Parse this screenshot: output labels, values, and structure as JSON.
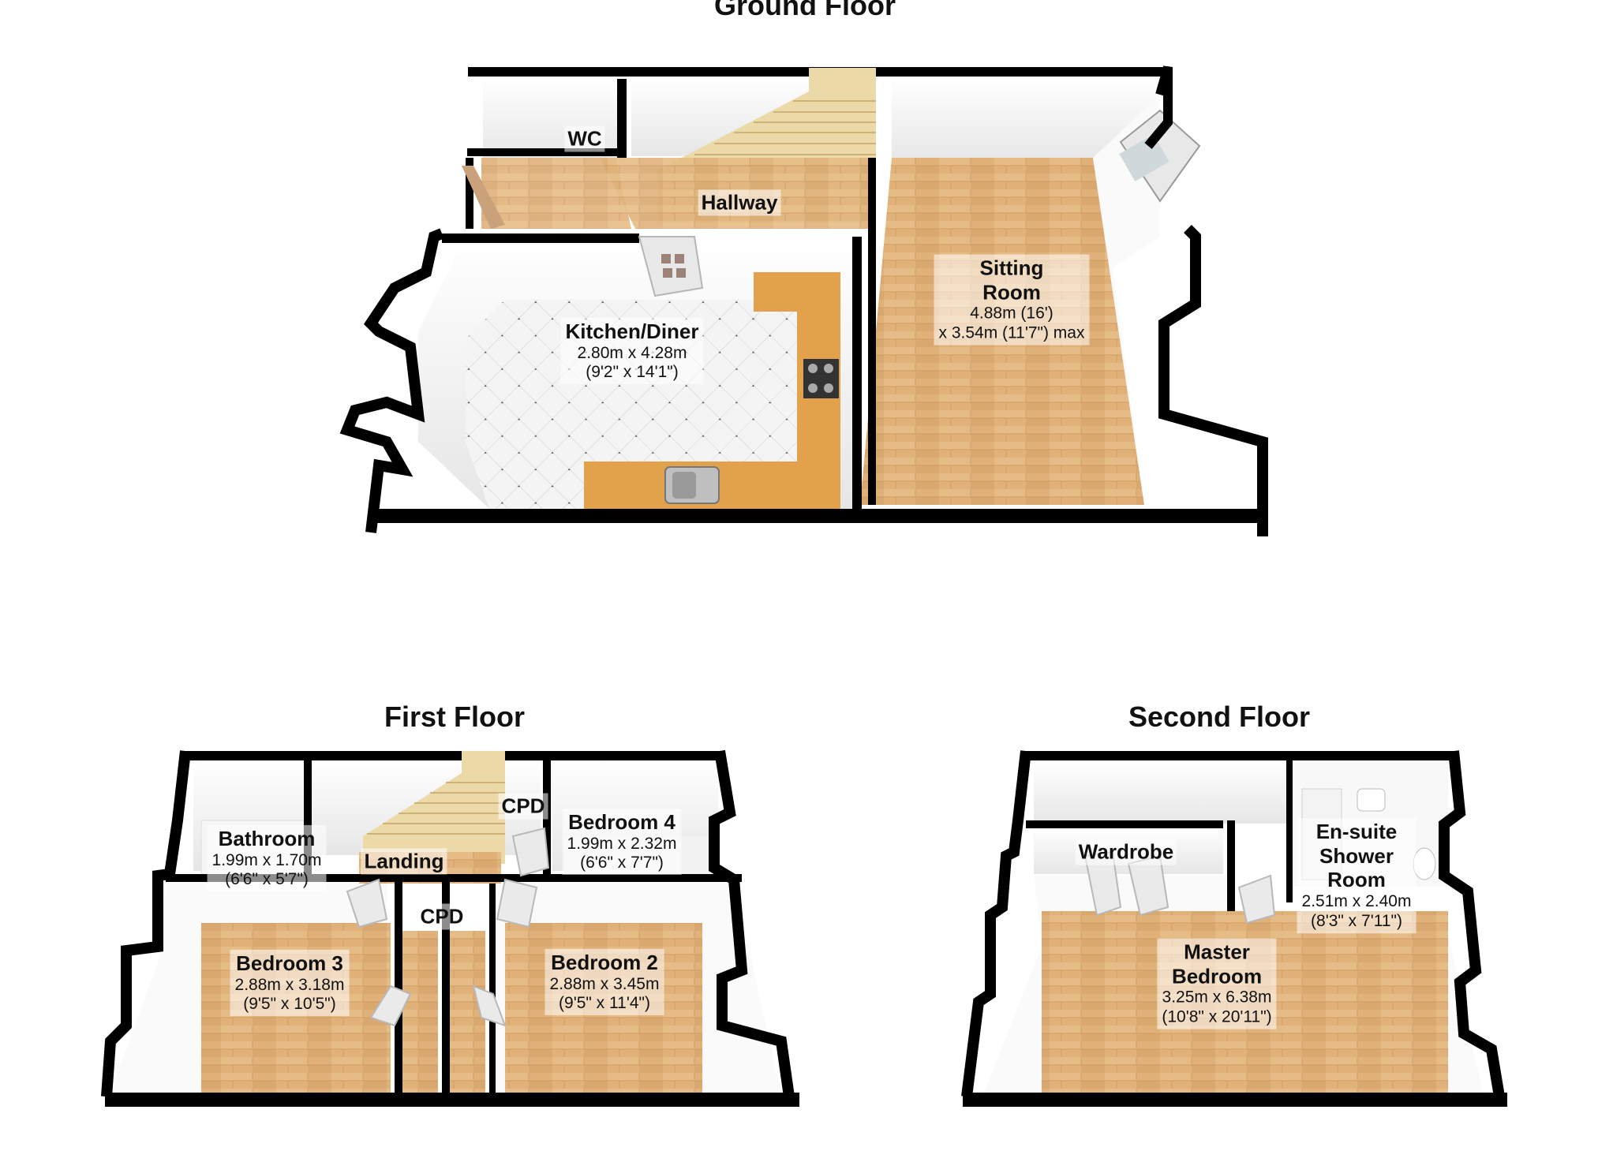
{
  "floors": {
    "ground": {
      "title": "Ground Floor",
      "rooms": {
        "wc": "WC",
        "hallway": "Hallway",
        "kitchen": {
          "name": "Kitchen/Diner",
          "dim_m": "2.80m x 4.28m",
          "dim_ft": "(9'2\" x 14'1\")"
        },
        "sitting": {
          "name_1": "Sitting",
          "name_2": "Room",
          "dim_m": "4.88m (16')",
          "dim_ft": "x 3.54m (11'7\") max"
        }
      }
    },
    "first": {
      "title": "First Floor",
      "rooms": {
        "bathroom": {
          "name": "Bathroom",
          "dim_m": "1.99m x 1.70m",
          "dim_ft": "(6'6\" x 5'7\")"
        },
        "landing": "Landing",
        "cpd_top": "CPD",
        "cpd_mid": "CPD",
        "bedroom4": {
          "name": "Bedroom 4",
          "dim_m": "1.99m x 2.32m",
          "dim_ft": "(6'6\" x 7'7\")"
        },
        "bedroom3": {
          "name": "Bedroom 3",
          "dim_m": "2.88m x 3.18m",
          "dim_ft": "(9'5\" x 10'5\")"
        },
        "bedroom2": {
          "name": "Bedroom 2",
          "dim_m": "2.88m x 3.45m",
          "dim_ft": "(9'5\" x 11'4\")"
        }
      }
    },
    "second": {
      "title": "Second Floor",
      "rooms": {
        "wardrobe": "Wardrobe",
        "ensuite": {
          "name_1": "En-suite",
          "name_2": "Shower",
          "name_3": "Room",
          "dim_m": "2.51m x 2.40m",
          "dim_ft": "(8'3\" x 7'11\")"
        },
        "master": {
          "name_1": "Master",
          "name_2": "Bedroom",
          "dim_m": "3.25m x 6.38m",
          "dim_ft": "(10'8\" x 20'11\")"
        }
      }
    }
  },
  "colors": {
    "wall": "#000000",
    "wall_inner": "#f2f2f2",
    "wood": "#e0b27a",
    "worktop": "#e2a24c",
    "tile": "#f3f3f3",
    "stairs": "#ecd9a8",
    "window": "#bfe4ee"
  }
}
